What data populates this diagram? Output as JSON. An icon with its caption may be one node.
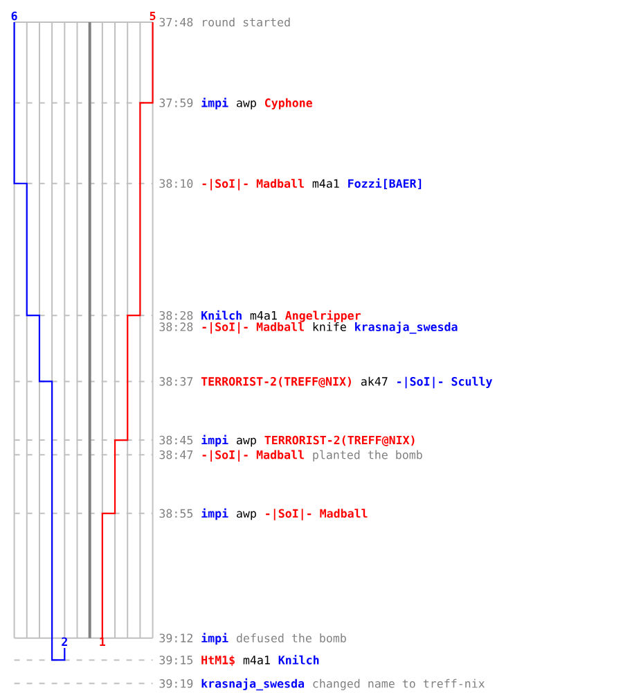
{
  "diagram": {
    "labels": [
      "6",
      "5",
      "37:48",
      "round started",
      "37:59",
      "impi",
      "awp",
      "Cyphone",
      "38:10",
      "-|SoI|- Madball",
      "m4a1",
      "Fozzi[BAER]",
      "38:28",
      "Knilch",
      "m4a1",
      "Angelripper",
      "38:28",
      "-|SoI|- Madball",
      "knife",
      "krasnaja_swesda",
      "38:37",
      "TERRORIST-2(TREFF@NIX)",
      "ak47",
      "-|SoI|- Scully",
      "38:45",
      "impi",
      "awp",
      "TERRORIST-2(TREFF@NIX)",
      "38:47",
      "-|SoI|- Madball",
      "planted the bomb",
      "38:55",
      "impi",
      "awp",
      "-|SoI|- Madball",
      "2",
      "1",
      "39:12",
      "impi",
      "defused the bomb",
      "39:15",
      "HtM1$",
      "m4a1",
      "Knilch",
      "39:19",
      "krasnaja_swesda",
      "changed name to treff-nix"
    ]
  }
}
